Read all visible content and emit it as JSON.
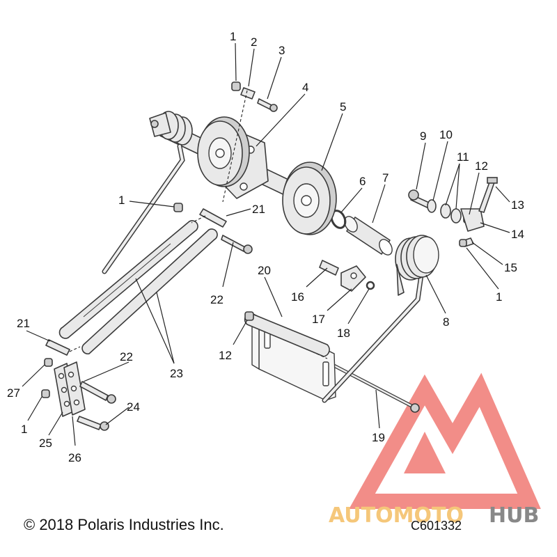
{
  "callouts": [
    "1",
    "2",
    "3",
    "4",
    "5",
    "6",
    "7",
    "8",
    "9",
    "10",
    "11",
    "12",
    "13",
    "14",
    "15",
    "1",
    "16",
    "17",
    "18",
    "1",
    "21",
    "20",
    "22",
    "21",
    "23",
    "12",
    "22",
    "27",
    "24",
    "1",
    "25",
    "26",
    "19"
  ],
  "footer": {
    "copyright": "© 2018 Polaris Industries Inc.",
    "figure_code": "C601332"
  },
  "watermark": {
    "brand_part1": "AUTOMOTO",
    "brand_part2": "HUB",
    "color_primary": "#f07a74",
    "color_secondary": "#f5c77a",
    "color_dark": "#888888"
  }
}
